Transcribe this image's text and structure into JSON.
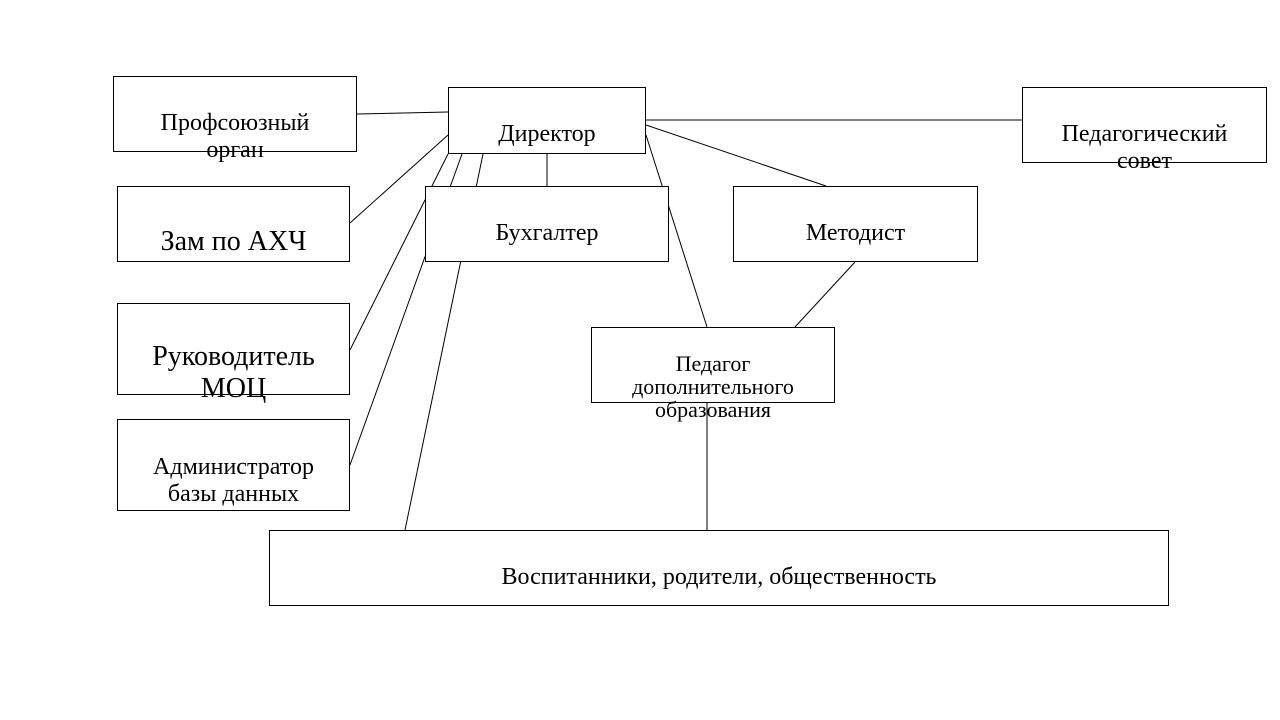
{
  "diagram": {
    "nodes": {
      "director": "Директор",
      "profsoyuz": "Профсоюзный\nорган",
      "pedsovet": "Педагогический\nсовет",
      "zam_ahch": "Зам по АХЧ",
      "buhgalter": "Бухгалтер",
      "metodist": "Методист",
      "rukovoditel_moc": "Руководитель\nМОЦ",
      "pedagog_do": "Педагог\nдополнительного\nобразования",
      "admin_bd": "Администратор\nбазы данных",
      "vospitanniki": "Воспитанники, родители, общественность"
    },
    "connections": [
      [
        "director",
        "profsoyuz"
      ],
      [
        "director",
        "pedsovet"
      ],
      [
        "director",
        "zam_ahch"
      ],
      [
        "director",
        "buhgalter"
      ],
      [
        "director",
        "metodist"
      ],
      [
        "director",
        "rukovoditel_moc"
      ],
      [
        "director",
        "admin_bd"
      ],
      [
        "director",
        "vospitanniki"
      ],
      [
        "director",
        "pedagog_do"
      ],
      [
        "metodist",
        "pedagog_do"
      ],
      [
        "pedagog_do",
        "vospitanniki"
      ]
    ]
  }
}
